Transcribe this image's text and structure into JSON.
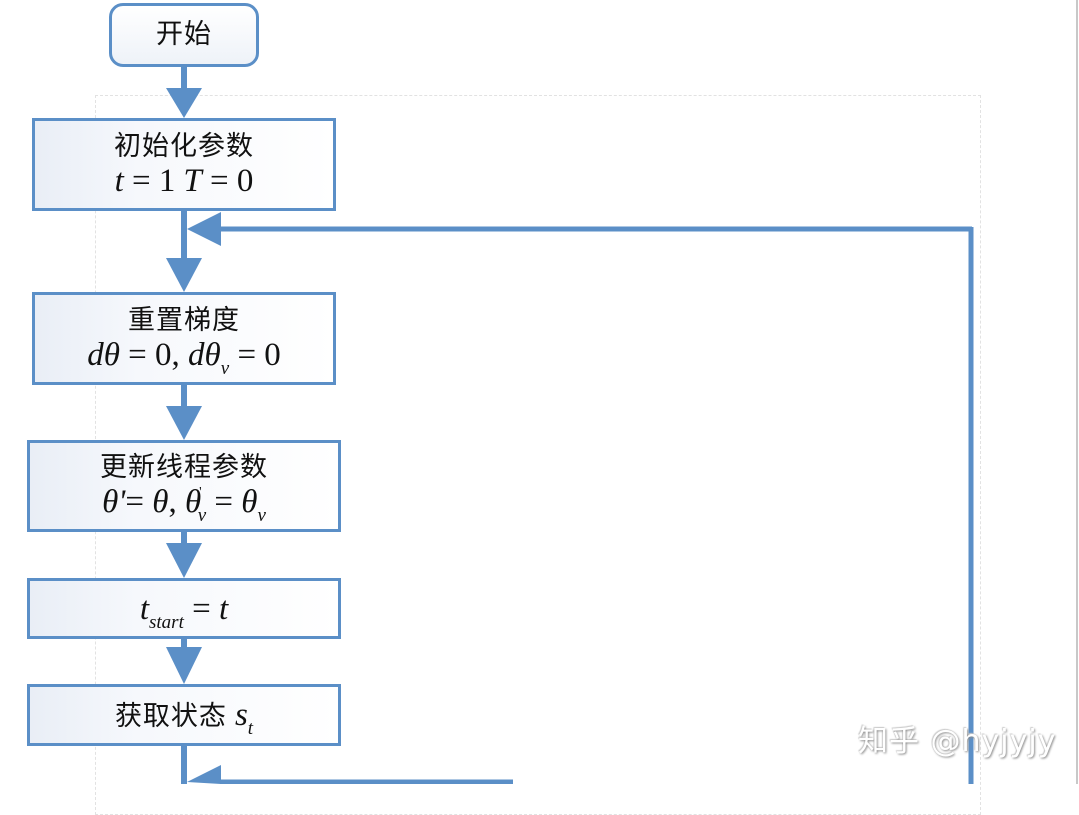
{
  "diagram": {
    "type": "flowchart",
    "accent_color": "#5b8fc7",
    "nodes": [
      {
        "id": "start",
        "shape": "rounded-rect",
        "label": "开始"
      },
      {
        "id": "init",
        "shape": "rect",
        "label": "初始化参数",
        "math": {
          "t": "t",
          "eq1": "= 1",
          "T": "T",
          "eq2": "= 0"
        }
      },
      {
        "id": "reset",
        "shape": "rect",
        "label": "重置梯度",
        "math": {
          "d1": "d",
          "theta1": "θ",
          "eq1": "= 0,",
          "d2": "d",
          "theta2": "θ",
          "sub2": "v",
          "eq2": "= 0"
        }
      },
      {
        "id": "update",
        "shape": "rect",
        "label": "更新线程参数",
        "math": {
          "theta_p": "θ'",
          "eq1": "= ",
          "theta": "θ",
          "comma": ",",
          "theta_v": "θ",
          "sup": "'",
          "sub_v": "v",
          "eq2": "= ",
          "theta_v2": "θ",
          "sub_v2": "v"
        }
      },
      {
        "id": "tstart",
        "shape": "rect",
        "math": {
          "t": "t",
          "sub": "start",
          "eq": "=",
          "t2": "t"
        }
      },
      {
        "id": "state",
        "shape": "rect",
        "label": "获取状态",
        "math": {
          "s": "s",
          "sub": "t"
        }
      }
    ],
    "edges": [
      {
        "from": "start",
        "to": "init"
      },
      {
        "from": "init",
        "to": "reset"
      },
      {
        "from": "loop-back-right",
        "to": "reset",
        "note": "feedback arrow entering from right"
      },
      {
        "from": "reset",
        "to": "update"
      },
      {
        "from": "update",
        "to": "tstart"
      },
      {
        "from": "tstart",
        "to": "state"
      },
      {
        "from": "loop-back-bottom",
        "to": "state-output",
        "note": "feedback arrow entering from right at bottom"
      }
    ]
  },
  "watermark": "知乎 @hyjyjy"
}
